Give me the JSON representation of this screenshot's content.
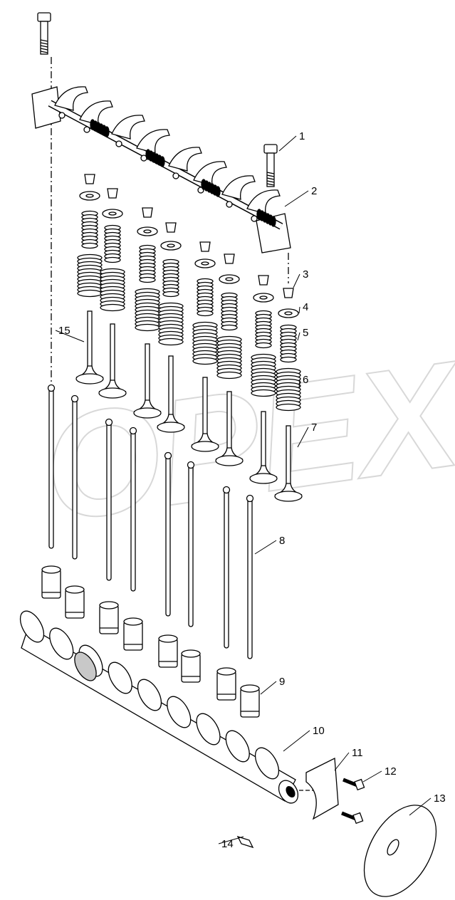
{
  "watermark": "OPEX",
  "callouts": [
    {
      "number": "1",
      "part": "rocker-shaft-bolt"
    },
    {
      "number": "2",
      "part": "rocker-arm-assembly"
    },
    {
      "number": "3",
      "part": "valve-keeper"
    },
    {
      "number": "4",
      "part": "spring-retainer"
    },
    {
      "number": "5",
      "part": "inner-valve-spring"
    },
    {
      "number": "6",
      "part": "outer-valve-spring"
    },
    {
      "number": "7",
      "part": "valve"
    },
    {
      "number": "8",
      "part": "push-rod"
    },
    {
      "number": "9",
      "part": "tappet"
    },
    {
      "number": "10",
      "part": "camshaft"
    },
    {
      "number": "11",
      "part": "thrust-plate"
    },
    {
      "number": "12",
      "part": "thrust-plate-bolt"
    },
    {
      "number": "13",
      "part": "camshaft-gear-disc"
    },
    {
      "number": "14",
      "part": "key"
    },
    {
      "number": "15",
      "part": "valve"
    }
  ],
  "colors": {
    "line": "#000000",
    "fill": "#ffffff",
    "shade": "#c8c8c8",
    "watermark": "#d8d8d8"
  }
}
